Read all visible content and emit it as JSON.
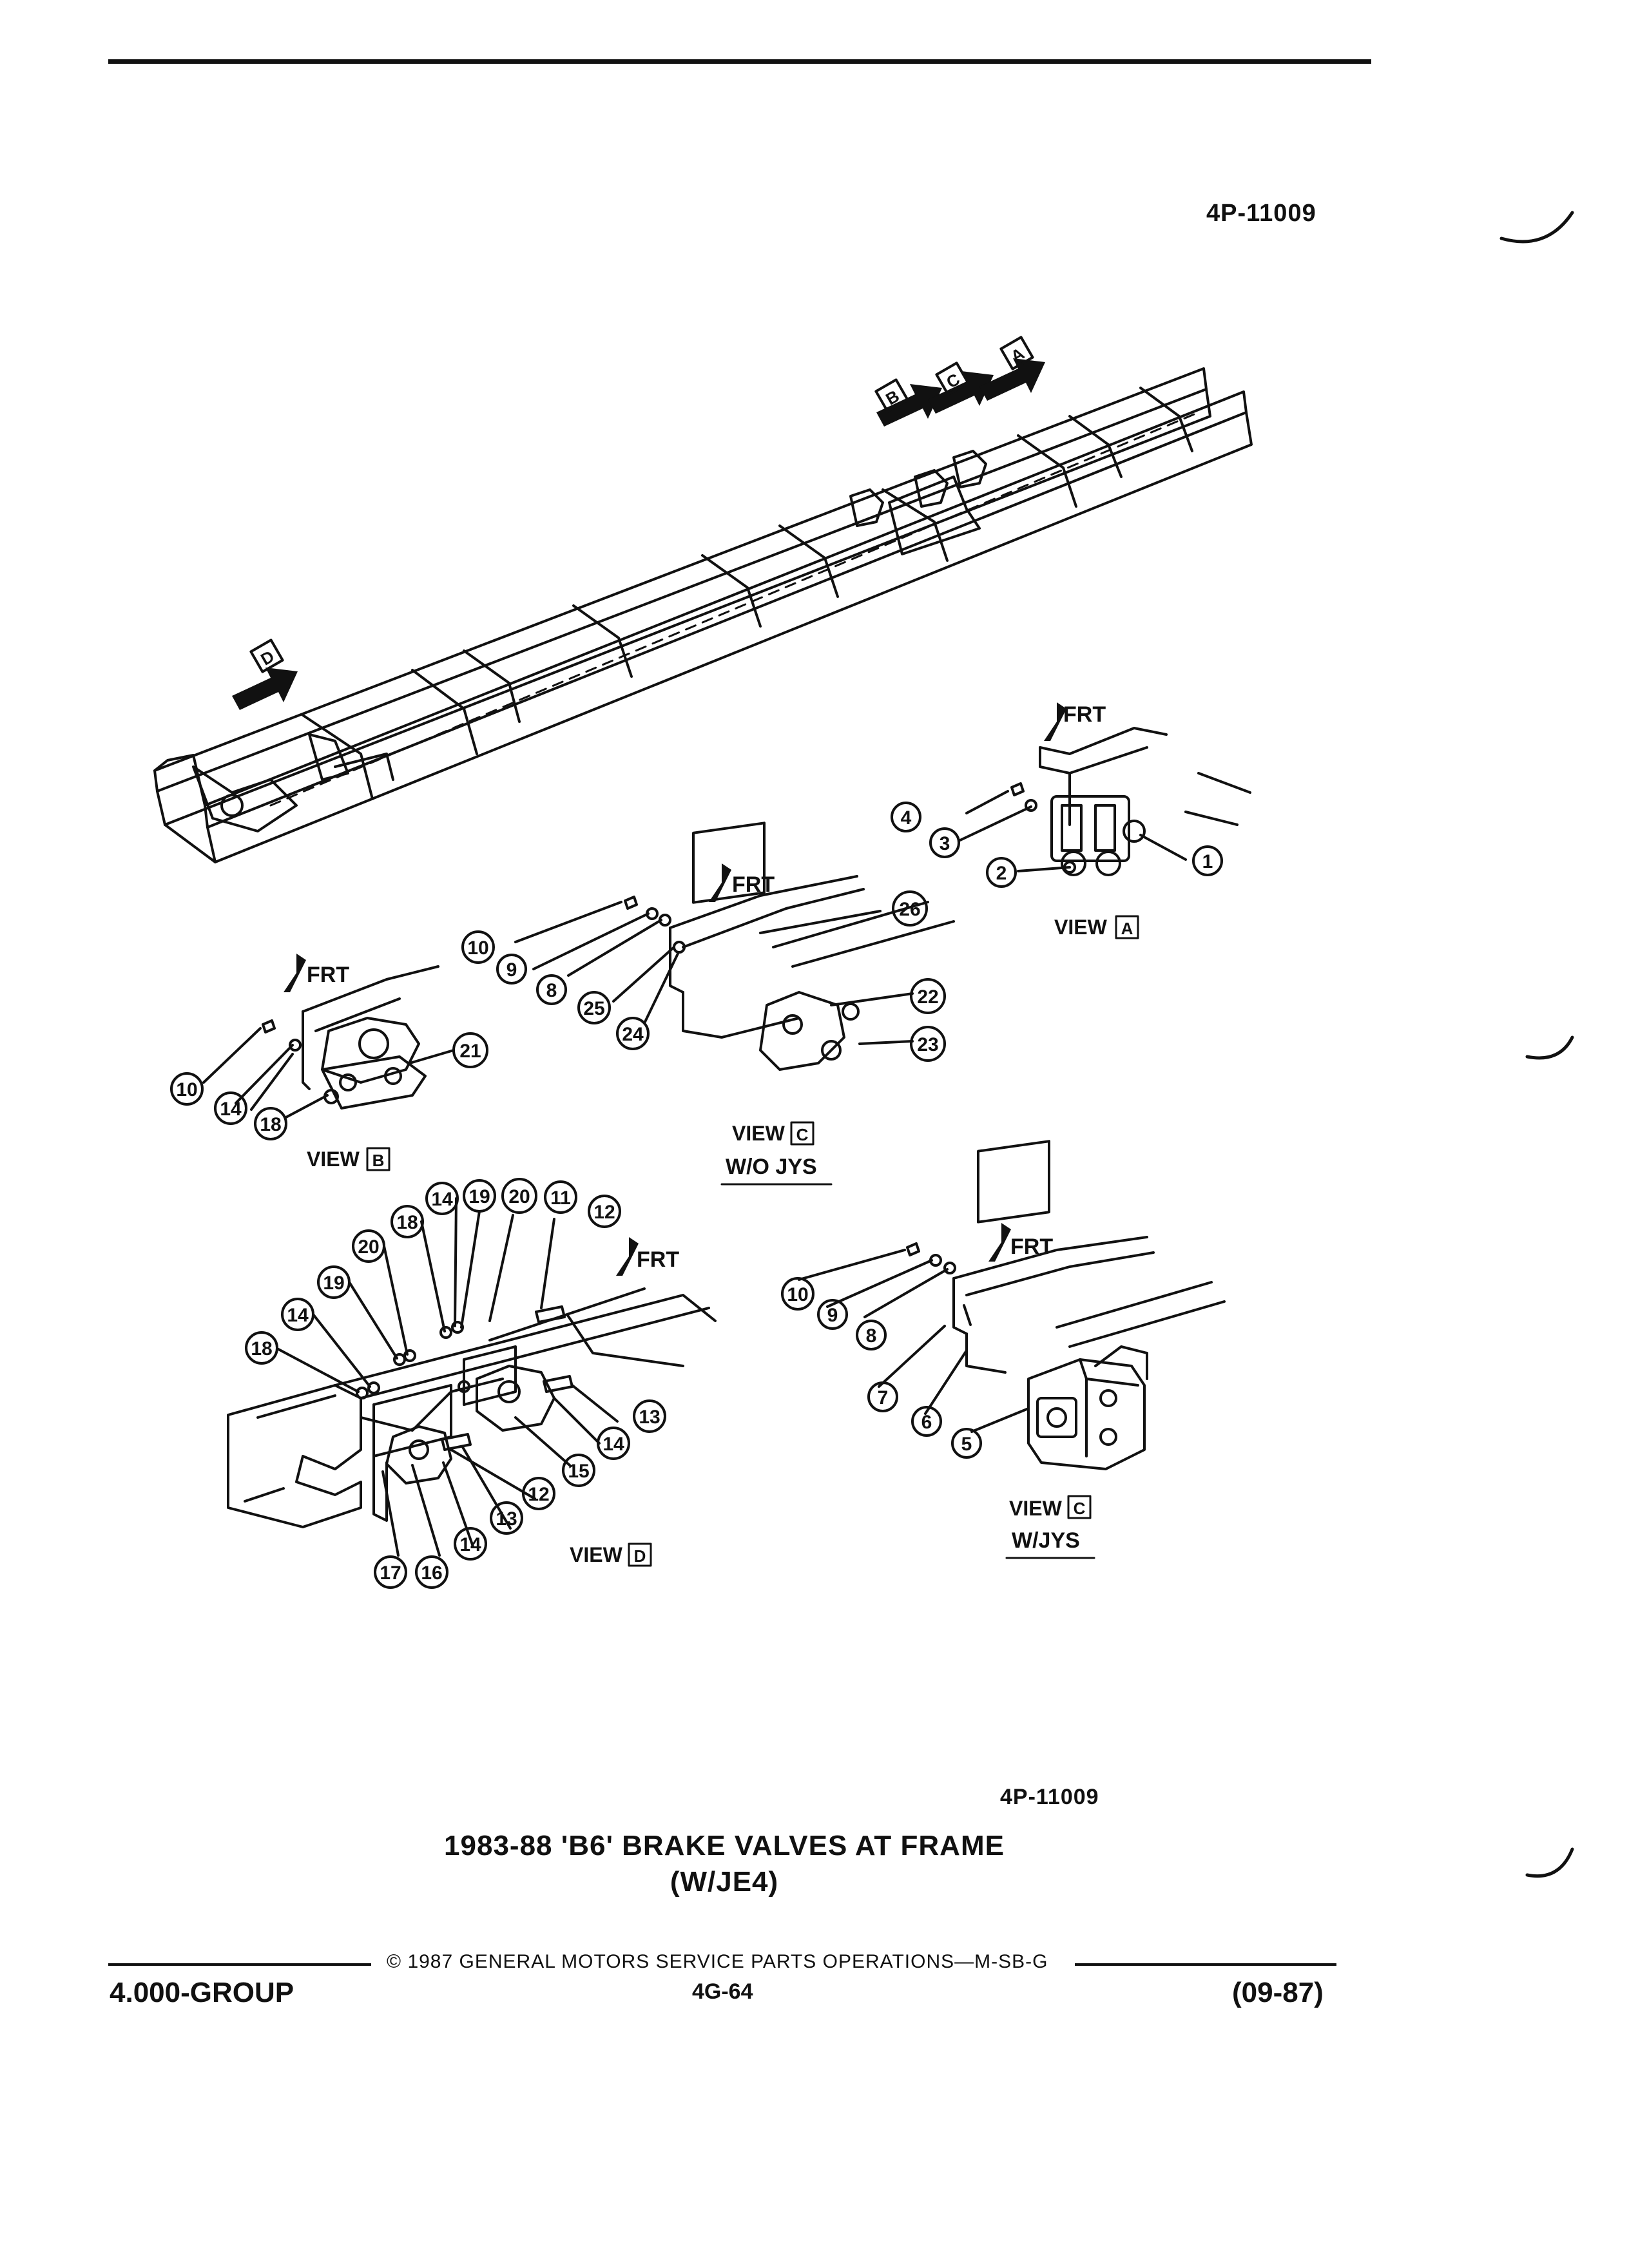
{
  "header": {
    "doc_number_top": "4P-11009"
  },
  "diagram": {
    "arrow_markers": [
      "A",
      "B",
      "C",
      "D"
    ],
    "frt_label": "FRT",
    "views": {
      "A": {
        "label": "VIEW",
        "box": "A",
        "callouts": [
          "1",
          "2",
          "3",
          "4"
        ]
      },
      "B": {
        "label": "VIEW",
        "box": "B",
        "callouts": [
          "10",
          "14",
          "18",
          "21"
        ]
      },
      "C_wo": {
        "label": "VIEW",
        "box": "C",
        "subtitle": "W/O JYS",
        "callouts": [
          "8",
          "9",
          "10",
          "22",
          "23",
          "24",
          "25",
          "26"
        ]
      },
      "C_w": {
        "label": "VIEW",
        "box": "C",
        "subtitle": "W/JYS",
        "callouts": [
          "5",
          "6",
          "7",
          "8",
          "9",
          "10"
        ]
      },
      "D": {
        "label": "VIEW",
        "box": "D",
        "callouts": [
          "11",
          "12",
          "13",
          "14",
          "15",
          "16",
          "17",
          "18",
          "19",
          "20"
        ]
      }
    }
  },
  "doc_number_bottom": "4P-11009",
  "title": {
    "line1": "1983-88 'B6' BRAKE VALVES AT FRAME",
    "line2": "(W/JE4)"
  },
  "footer": {
    "copyright": "© 1987 GENERAL MOTORS SERVICE PARTS OPERATIONS—M-SB-G",
    "group": "4.000-GROUP",
    "page": "4G-64",
    "date": "(09-87)"
  }
}
